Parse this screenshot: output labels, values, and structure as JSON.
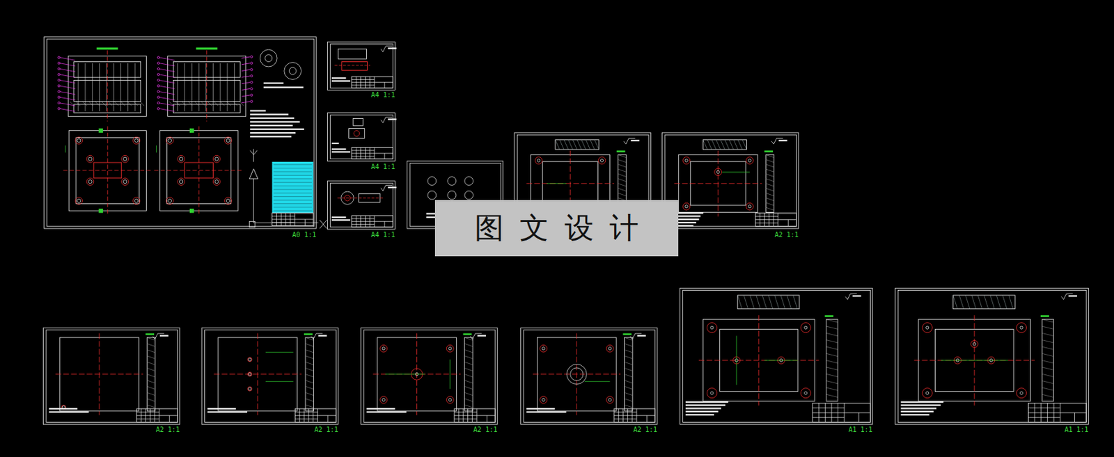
{
  "diagram": {
    "nodes": [
      {
        "text": [
          "图文设计"
        ]
      }
    ],
    "labels": [
      "A4 1:1",
      "A4 1:1",
      "A0 1:1",
      "A4 1:1",
      "A2 1:1",
      "A2 1:1",
      "A2 1:1",
      "A2 1:1",
      "A2 1:1",
      "A1 1:1",
      "A1 1:1"
    ]
  }
}
